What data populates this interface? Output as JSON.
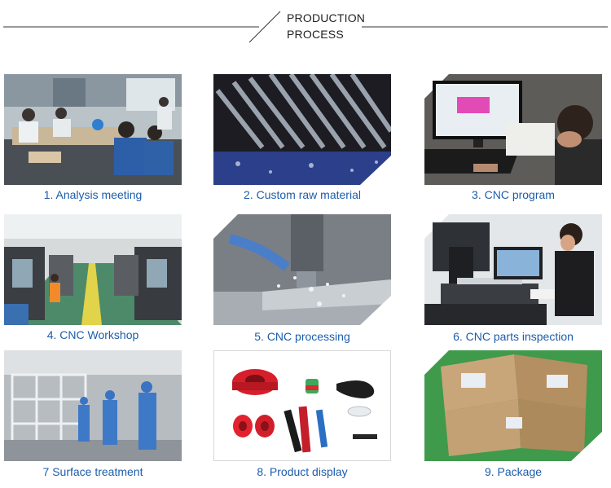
{
  "header": {
    "title_line1": "PRODUCTION",
    "title_line2": "PROCESS"
  },
  "steps": [
    {
      "caption": "1. Analysis meeting"
    },
    {
      "caption": "2. Custom raw material"
    },
    {
      "caption": "3. CNC program"
    },
    {
      "caption": "4. CNC Workshop"
    },
    {
      "caption": "5. CNC processing"
    },
    {
      "caption": "6. CNC parts inspection"
    },
    {
      "caption": "7 Surface treatment"
    },
    {
      "caption": "8. Product display"
    },
    {
      "caption": "9. Package"
    }
  ],
  "colors": {
    "caption": "#1c5dab",
    "line": "#333333"
  }
}
